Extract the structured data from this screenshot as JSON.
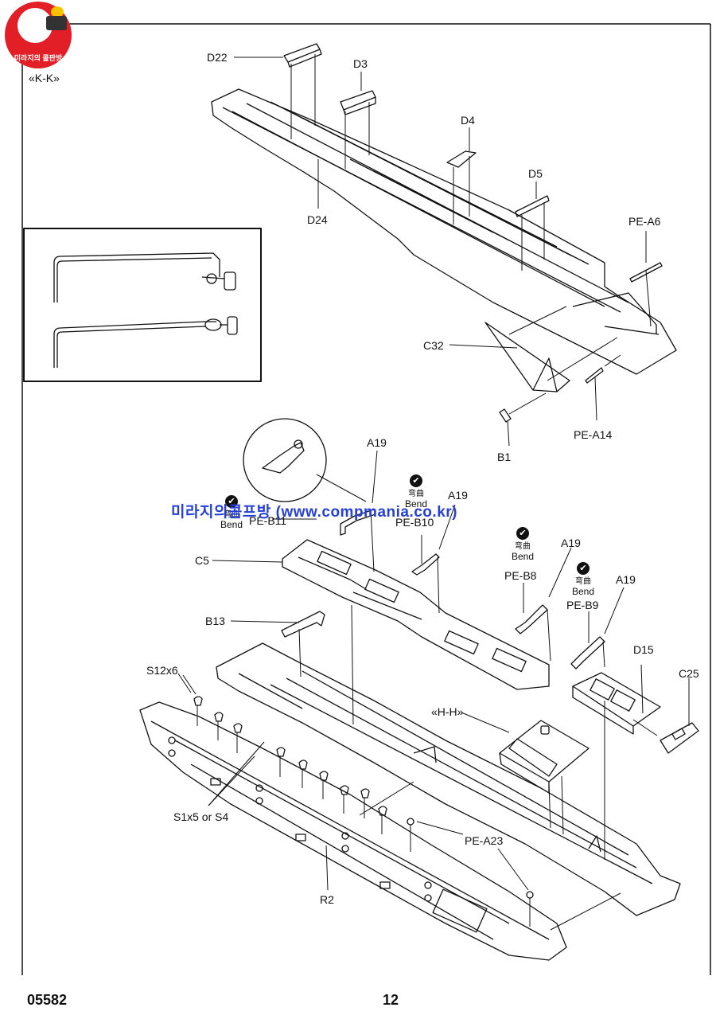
{
  "logo": {
    "text": "미라지의 콜판방"
  },
  "view_title": "«K-K»",
  "watermark": "미라지의콤프방 (www.compmania.co.kr)",
  "labels": {
    "d22": "D22",
    "d3": "D3",
    "d4": "D4",
    "d5": "D5",
    "d24": "D24",
    "pe_a6": "PE-A6",
    "c32": "C32",
    "pe_a14": "PE-A14",
    "b1": "B1",
    "a19_1": "A19",
    "a19_2": "A19",
    "a19_3": "A19",
    "a19_4": "A19",
    "pe_b11": "PE-B11",
    "pe_b10": "PE-B10",
    "pe_b8": "PE-B8",
    "pe_b9": "PE-B9",
    "c5": "C5",
    "b13": "B13",
    "d15": "D15",
    "c25": "C25",
    "s12x6": "S12x6",
    "hh": "«H-H»",
    "s1x5_or_s4": "S1x5  or  S4",
    "pe_a23": "PE-A23",
    "r2": "R2"
  },
  "bend": {
    "icon": "bend-icon",
    "cn": "弯曲",
    "en": "Bend"
  },
  "footer": {
    "code": "05582",
    "page": "12"
  }
}
